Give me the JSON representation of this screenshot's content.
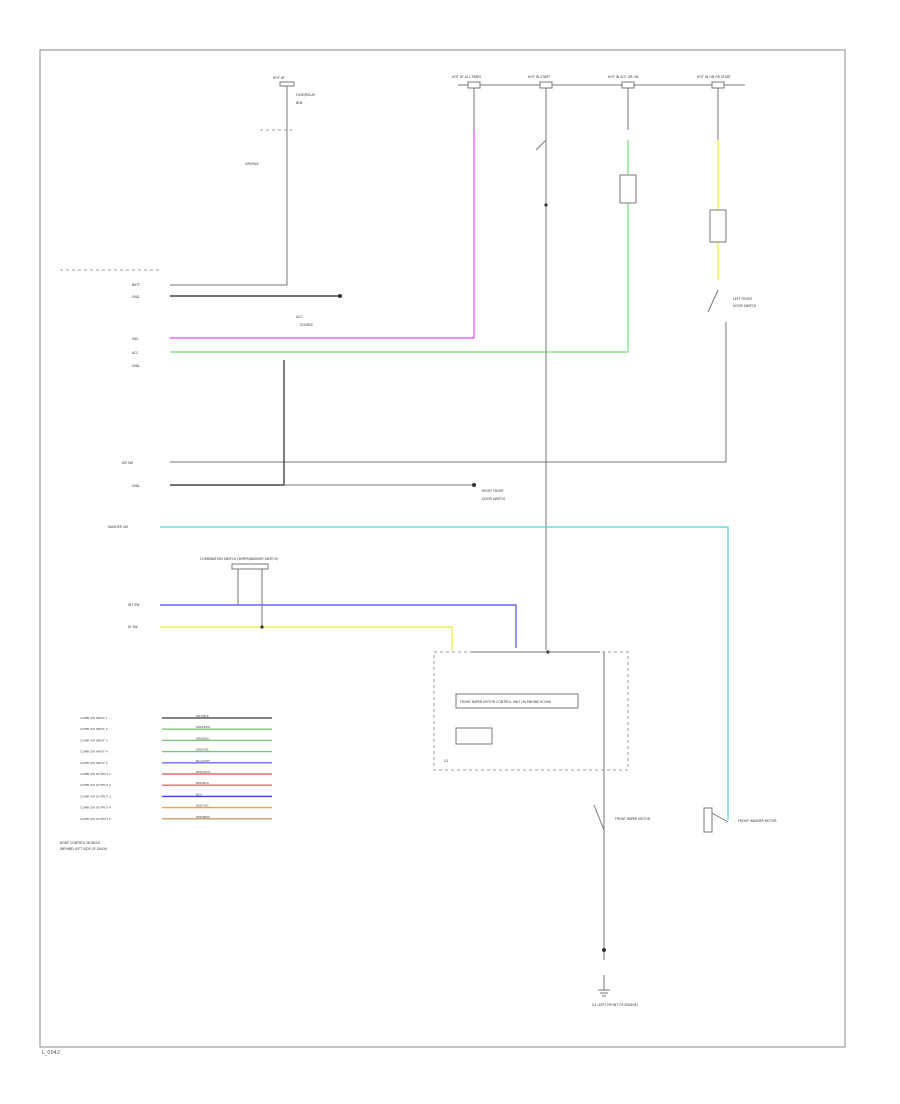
{
  "footer": {
    "code": "L_0042"
  },
  "top_fuses": [
    {
      "id": "fuse1",
      "label": "HOT AT ALL TIMES"
    },
    {
      "id": "fuse2",
      "label": "HOT IN START"
    },
    {
      "id": "fuse3",
      "label": "HOT IN ACC OR ON"
    },
    {
      "id": "fuse4",
      "label": "HOT IN ON OR START"
    }
  ],
  "module_label": "BODY CONTROL MODULE",
  "module_sublabel": "(BEHIND LEFT SIDE OF DASH)",
  "combination_switch_label": "COMBINATION SWITCH (WIPER/WASHER SWITCH)",
  "wiper_motor_label": "FRONT WIPER MOTOR",
  "wiper_relay_label": "FRONT WIPER MOTOR CONTROL UNIT (IN ENGINE ROOM)",
  "washer_label": "FRONT WASHER MOTOR",
  "ground_label": "G1 (LEFT FRONT OF ENGINE)",
  "lamp_label": "LEFT FRONT DOOR SWITCH",
  "legend_items": [
    {
      "name": "COMB SW INPUT 1",
      "wire": "GRY/BLK",
      "color": "#5a5a5a"
    },
    {
      "name": "COMB SW INPUT 2",
      "wire": "GRN/RED",
      "color": "#7bc67b"
    },
    {
      "name": "COMB SW INPUT 3",
      "wire": "GRN/BLU",
      "color": "#7bc67b"
    },
    {
      "name": "COMB SW INPUT 4",
      "wire": "GRN/YEL",
      "color": "#7bc67b"
    },
    {
      "name": "COMB SW INPUT 5",
      "wire": "BLU/WHT",
      "color": "#6f6fe0"
    },
    {
      "name": "COMB SW OUTPUT 1",
      "wire": "RED/WHT",
      "color": "#e06f6f"
    },
    {
      "name": "COMB SW OUTPUT 2",
      "wire": "RED/BLK",
      "color": "#e06f6f"
    },
    {
      "name": "COMB SW OUTPUT 3",
      "wire": "BLU",
      "color": "#3d3dd0"
    },
    {
      "name": "COMB SW OUTPUT 4",
      "wire": "RED/YEL",
      "color": "#f0a050"
    },
    {
      "name": "COMB SW OUTPUT 5",
      "wire": "RED/BRN",
      "color": "#c8a060"
    }
  ],
  "colors": {
    "pink": "#ee66ee",
    "green": "#88e888",
    "cyan": "#66dddd",
    "blue": "#6666ee",
    "yellow": "#eeee55",
    "black": "#444444",
    "gray": "#888888"
  }
}
